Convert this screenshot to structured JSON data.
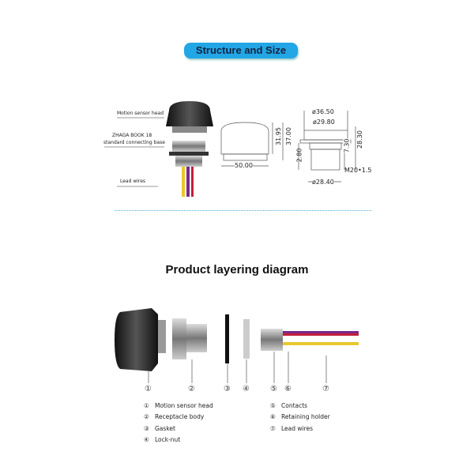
{
  "structure": {
    "title": "Structure and Size",
    "labels": {
      "head": "Motion sensor head",
      "zhaga_1": "ZHAGA BOOK 18",
      "zhaga_2": "standard connecting base",
      "wires": "Lead wires"
    },
    "dims": {
      "height_inner": "31.95",
      "height_total": "37.00",
      "width": "50.00",
      "d1": "ø36.50",
      "d2": "ø29.80",
      "d3": "ø28.40",
      "h1": "2.80",
      "h2": "7.30",
      "h3": "28.30",
      "thread": "M20•1.5"
    }
  },
  "layering": {
    "title": "Product layering diagram",
    "numbers": [
      "①",
      "②",
      "③",
      "④",
      "⑤",
      "⑥",
      "⑦"
    ],
    "legend": [
      {
        "num": "①",
        "label": "Motion sensor head"
      },
      {
        "num": "②",
        "label": "Receptacle body"
      },
      {
        "num": "③",
        "label": "Gasket"
      },
      {
        "num": "④",
        "label": "Lock-nut"
      },
      {
        "num": "⑤",
        "label": "Contacts"
      },
      {
        "num": "⑥",
        "label": "Retaining holder"
      },
      {
        "num": "⑦",
        "label": "Lead wires"
      }
    ]
  },
  "colors": {
    "accent": "#22a6e6",
    "wire_purple": "#7a2a8a",
    "wire_red": "#c0203a",
    "wire_yellow": "#e8c830"
  }
}
